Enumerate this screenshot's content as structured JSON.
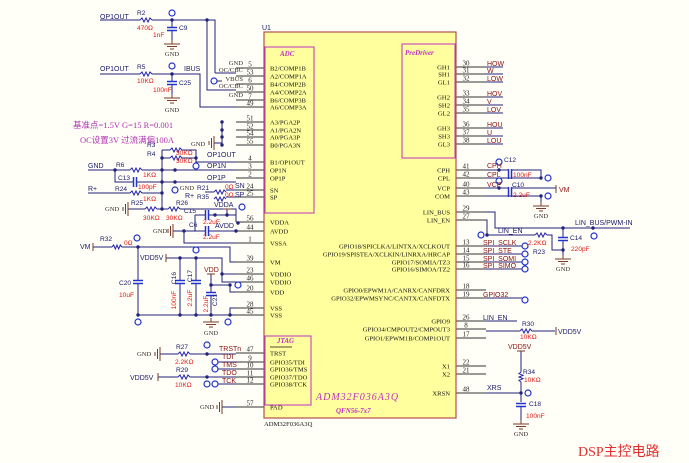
{
  "title": "DSP主控电路",
  "notes": [
    "基准点=1.5V   G=15  R=0.001",
    "OC设置3V   过流满偏100A"
  ],
  "chip": {
    "ref": "U1",
    "part": "ADM32F036A3Q",
    "package": "QFN56-7x7",
    "part_footer": "ADM32F036A3Q",
    "blocks": {
      "adc": "ADC",
      "predriver": "PreDriver",
      "jtag": "JTAG"
    },
    "left_pins": [
      {
        "num": "5",
        "name": "B2/COMP1B"
      },
      {
        "num": "53",
        "name": "A2/COMP1A"
      },
      {
        "num": "6",
        "name": "B4/COMP2B"
      },
      {
        "num": "50",
        "name": "A4/COMP2A"
      },
      {
        "num": "7",
        "name": "B6/COMP3B"
      },
      {
        "num": "49",
        "name": "A6/COMP3A"
      },
      {
        "num": "51",
        "name": "A3/PGA2P"
      },
      {
        "num": "52",
        "name": "A1/PGA2N"
      },
      {
        "num": "54",
        "name": "A0/PGA3P"
      },
      {
        "num": "55",
        "name": "B0/PGA3N"
      },
      {
        "num": "4",
        "name": "B1/OP1OUT"
      },
      {
        "num": "3",
        "name": "OP1N"
      },
      {
        "num": "2",
        "name": "OP1P"
      },
      {
        "num": "24",
        "name": "SN"
      },
      {
        "num": "25",
        "name": "SP"
      },
      {
        "num": "56",
        "name": "VDDA"
      },
      {
        "num": "44",
        "name": "AVDD"
      },
      {
        "num": "1",
        "name": "VSSA"
      },
      {
        "num": "39",
        "name": "VM"
      },
      {
        "num": "23",
        "name": "VDDIO"
      },
      {
        "num": "46",
        "name": "VDDIO"
      },
      {
        "num": "20",
        "name": "VDD"
      },
      {
        "num": "28",
        "name": "VSS"
      },
      {
        "num": "45",
        "name": "VSS"
      },
      {
        "num": "47",
        "name": "TRST"
      },
      {
        "num": "9",
        "name": "GPIO35/TDI"
      },
      {
        "num": "10",
        "name": "GPIO36/TMS"
      },
      {
        "num": "11",
        "name": "GPIO37/TDO"
      },
      {
        "num": "12",
        "name": "GPIO38/TCK"
      },
      {
        "num": "57",
        "name": "PAD"
      }
    ],
    "right_pins": [
      {
        "num": "30",
        "name": "GH1"
      },
      {
        "num": "31",
        "name": "SH1"
      },
      {
        "num": "32",
        "name": "GL1"
      },
      {
        "num": "33",
        "name": "GH2"
      },
      {
        "num": "34",
        "name": "SH2"
      },
      {
        "num": "35",
        "name": "GL2"
      },
      {
        "num": "36",
        "name": "GH3"
      },
      {
        "num": "37",
        "name": "SH3"
      },
      {
        "num": "38",
        "name": "GL3"
      },
      {
        "num": "41",
        "name": "CPH"
      },
      {
        "num": "42",
        "name": "CPL"
      },
      {
        "num": "40",
        "name": "VCP"
      },
      {
        "num": "43",
        "name": "COM"
      },
      {
        "num": "29",
        "name": "LIN_BUS"
      },
      {
        "num": "27",
        "name": "LIN_EN"
      },
      {
        "num": "13",
        "name": "GPIO18/SPICLKA/LINTXA/XCLKOUT"
      },
      {
        "num": "14",
        "name": "GPIO19/SPISTEA/XCLKIN/LINRXA/HRCAP"
      },
      {
        "num": "15",
        "name": "GPIO17/SOMIA/TZ3"
      },
      {
        "num": "16",
        "name": "GPIO16/SIMOA/TZ2"
      },
      {
        "num": "18",
        "name": "GPIO0/EPWM1A/CANRX/CANFDRX"
      },
      {
        "num": "19",
        "name": "GPIO32/EPWMSYNC/CANTX/CANFDTX"
      },
      {
        "num": "26",
        "name": "GPIO9"
      },
      {
        "num": "8",
        "name": "GPIO34/CMPOUT2/CMPOUT3"
      },
      {
        "num": "17",
        "name": "GPIO1/EPWM1B/COMP1OUT"
      },
      {
        "num": "22",
        "name": "X1"
      },
      {
        "num": "21",
        "name": "X2"
      },
      {
        "num": "48",
        "name": "XRSN"
      }
    ]
  },
  "nets": {
    "op1out": "OP1OUT",
    "op1n": "OP1N",
    "op1p": "OP1P",
    "ibus": "IBUS",
    "gnd": "GND",
    "oc_cbc": "OC/CBC",
    "vbus": "VBUS",
    "r_plus": "R+",
    "sn": "SN",
    "sp": "SP",
    "vm": "VM",
    "vdd5v": "VDD5V",
    "vdda": "VDDA",
    "avdd": "AVDD",
    "vdd": "VDD",
    "trstn": "TRSTn",
    "tdi": "TDI",
    "tms": "TMS",
    "tdo": "TDO",
    "tck": "TCK",
    "how": "HOW",
    "w": "W",
    "low": "LOW",
    "hov": "HOV",
    "v": "V",
    "lov": "LOV",
    "hou": "HOU",
    "u": "U",
    "lou": "LOU",
    "cph": "CPH",
    "cpl": "CPL",
    "vcp": "VCP",
    "lin_en": "LIN_EN",
    "lin_bus_pwm_in": "LIN_BUS/PWM-IN",
    "spi_sclk": "SPI_SCLK",
    "spi_ste": "SPI_STE",
    "spi_somi": "SPI_SOMI",
    "spi_simo": "SPI_SIMO",
    "gpio32": "GPIO32",
    "xrs": "XRS"
  },
  "components": {
    "R2": {
      "ref": "R2",
      "value": "470Ω"
    },
    "C9": {
      "ref": "C9",
      "value": "1nF"
    },
    "R5": {
      "ref": "R5",
      "value": "10KΩ"
    },
    "C25": {
      "ref": "C25",
      "value": "100nF"
    },
    "R3": {
      "ref": "R3",
      "value": "30KΩ"
    },
    "R4": {
      "ref": "R4",
      "value": "30KΩ"
    },
    "R6": {
      "ref": "R6",
      "value": "1KΩ"
    },
    "C13": {
      "ref": "C13",
      "value": "100pF"
    },
    "R24": {
      "ref": "R24",
      "value": "1KΩ"
    },
    "R25": {
      "ref": "R25",
      "value": "30KΩ"
    },
    "R26": {
      "ref": "R26",
      "value": "30KΩ"
    },
    "R21": {
      "ref": "R21",
      "value": "0Ω"
    },
    "R35": {
      "ref": "R35",
      "value": "0Ω"
    },
    "C15": {
      "ref": "C15",
      "value": "2.2uF"
    },
    "C6": {
      "ref": "C6",
      "value": "2.2uF"
    },
    "R32": {
      "ref": "R32",
      "value": "0Ω"
    },
    "C20": {
      "ref": "C20",
      "value": "10uF"
    },
    "C16": {
      "ref": "C16",
      "value": "100nF"
    },
    "C17": {
      "ref": "C17",
      "value": "2.2uF"
    },
    "C21": {
      "ref": "C21",
      "value": "2.2uF"
    },
    "R27": {
      "ref": "R27",
      "value": "2.2KΩ"
    },
    "R29": {
      "ref": "R29",
      "value": "10KΩ"
    },
    "C12": {
      "ref": "C12",
      "value": "100nF"
    },
    "C10": {
      "ref": "C10",
      "value": "2.2uF"
    },
    "R23": {
      "ref": "R23",
      "value": "2.2KΩ"
    },
    "C14": {
      "ref": "C14",
      "value": "220pF"
    },
    "R30": {
      "ref": "R30",
      "value": "10KΩ"
    },
    "R34": {
      "ref": "R34",
      "value": "10KΩ"
    },
    "C18": {
      "ref": "C18",
      "value": "100nF"
    }
  },
  "colors": {
    "chip_fill": "#ffff9e",
    "chip_border": "#b05050",
    "block_border": "#c030c0",
    "wire": "#22227a",
    "value_text": "#e01818",
    "title": "#e03030"
  }
}
